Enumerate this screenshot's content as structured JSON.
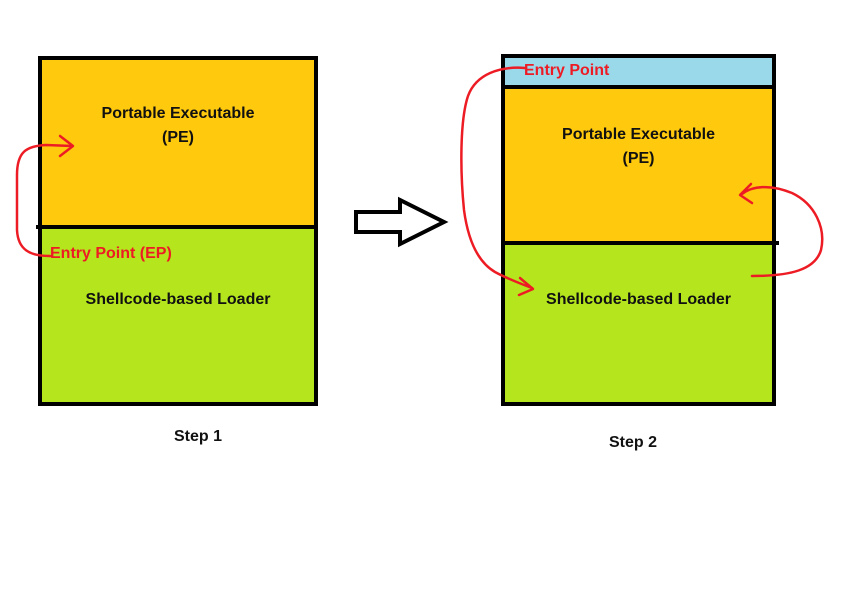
{
  "colors": {
    "pe": "#FFC90E",
    "loader": "#B5E61D",
    "entry_block": "#99D9EA",
    "annotation": "#ED1C24",
    "outline": "#000000"
  },
  "step1": {
    "pe_title": "Portable Executable",
    "pe_abbr": "(PE)",
    "entry_label": "Entry Point (EP)",
    "loader_label": "Shellcode-based Loader",
    "caption": "Step 1"
  },
  "transition": {
    "icon": "right-arrow-icon"
  },
  "step2": {
    "entry_label": "Entry Point",
    "pe_title": "Portable Executable",
    "pe_abbr": "(PE)",
    "loader_label": "Shellcode-based Loader",
    "caption": "Step 2"
  }
}
